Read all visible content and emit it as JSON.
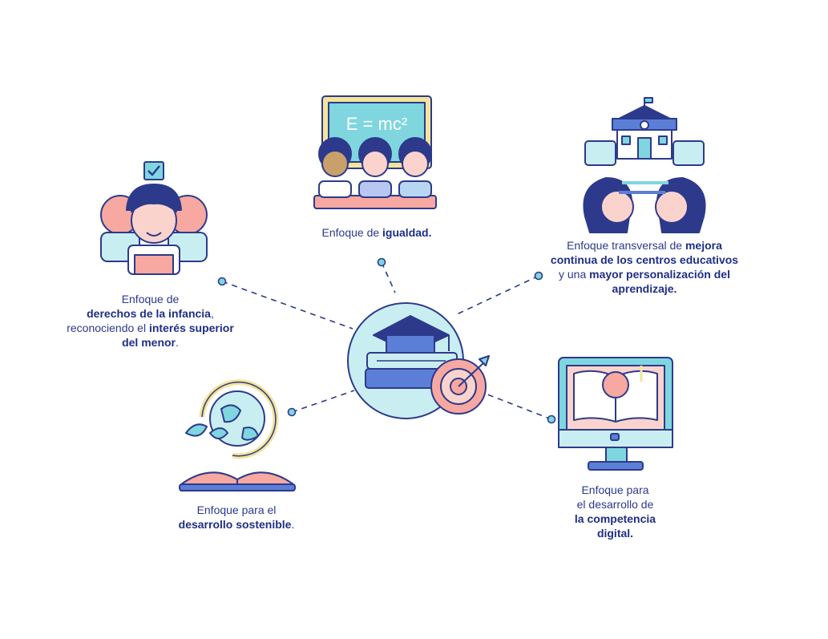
{
  "center": {
    "icon": "graduation-cap-books-target-icon"
  },
  "approaches": {
    "igualdad": {
      "prefix": "Enfoque de ",
      "bold": "igualdad."
    },
    "derechos": {
      "line1": "Enfoque de",
      "bold1": "derechos de la infancia",
      "after1": ",",
      "pre2": "reconociendo el ",
      "bold2": "interés superior",
      "bold3": "del menor",
      "after3": "."
    },
    "transversal": {
      "pre1": "Enfoque transversal de ",
      "bold1": "mejora",
      "bold2": "continua de los centros educativos",
      "pre3": "y una ",
      "bold3": "mayor personalización del",
      "bold4": "aprendizaje."
    },
    "sostenible": {
      "line1": "Enfoque para el",
      "bold": "desarrollo sostenible",
      "after": "."
    },
    "digital": {
      "line1": "Enfoque para",
      "line2": "el desarrollo de",
      "bold1": "la competencia",
      "bold2": "digital."
    }
  },
  "blackboard": {
    "formula": "E = mc²"
  },
  "colors": {
    "outline": "#2d3a8c",
    "teal": "#7fd6df",
    "light_teal": "#c9eef1",
    "pink": "#f7a8a0",
    "blue": "#5b7fd6",
    "yellow": "#f3e49a"
  }
}
